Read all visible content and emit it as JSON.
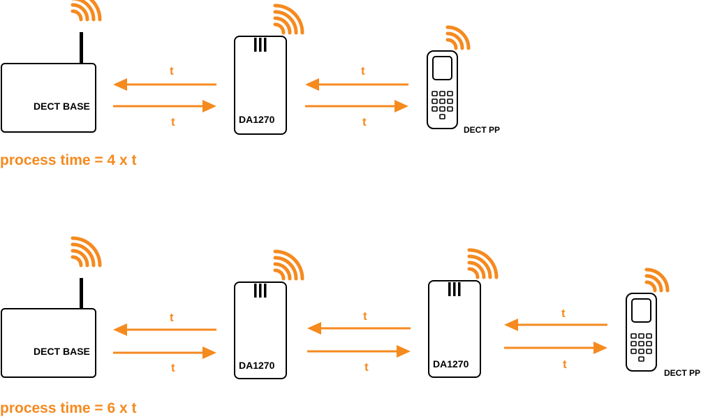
{
  "colors": {
    "accent": "#f58a1f",
    "stroke": "#000000",
    "background": "#ffffff"
  },
  "icons": {
    "base": "dect-base-station-icon",
    "repeater": "repeater-icon",
    "handset": "handset-icon",
    "signal": "radio-signal-icon",
    "arrow": "arrow-icon"
  },
  "scenarios": [
    {
      "process_time": "process time = 4 x t",
      "devices": [
        {
          "label": "DECT BASE"
        },
        {
          "label": "DA1270"
        },
        {
          "label": "DECT PP"
        }
      ],
      "links": [
        {
          "left_label": "t",
          "right_label": "t"
        },
        {
          "left_label": "t",
          "right_label": "t"
        }
      ]
    },
    {
      "process_time": "process time = 6 x t",
      "devices": [
        {
          "label": "DECT BASE"
        },
        {
          "label": "DA1270"
        },
        {
          "label": "DA1270"
        },
        {
          "label": "DECT PP"
        }
      ],
      "links": [
        {
          "left_label": "t",
          "right_label": "t"
        },
        {
          "left_label": "t",
          "right_label": "t"
        },
        {
          "left_label": "t",
          "right_label": "t"
        }
      ]
    }
  ]
}
